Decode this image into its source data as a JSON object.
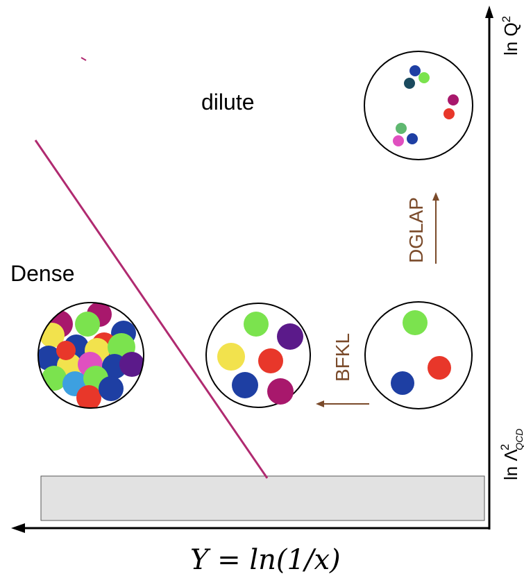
{
  "labels": {
    "dilute": "dilute",
    "dense": "Dense",
    "dglap": "DGLAP",
    "bfkl": "BFKL",
    "x_axis": "Y = ln(1/x)",
    "y_axis_top": "ln Q",
    "y_axis_top_sup": "2",
    "y_axis_bottom": "ln Λ",
    "y_axis_bottom_sup": "2",
    "y_axis_bottom_sub": "QCD"
  },
  "colors": {
    "saturation_line": "#b02a70",
    "arrow": "#7a4a2a",
    "nonperturbative_band": "#e2e2e2",
    "axis": "#000000",
    "parton_colors": [
      "#1e3fa3",
      "#7be34e",
      "#e8372a",
      "#5b1a8a",
      "#f2e24d",
      "#a8186c",
      "#1a4a5e",
      "#e050c0",
      "#3da0e0",
      "#5fb870"
    ]
  },
  "icons": {
    "parton": "filled-circle",
    "proton": "outlined-circle"
  }
}
